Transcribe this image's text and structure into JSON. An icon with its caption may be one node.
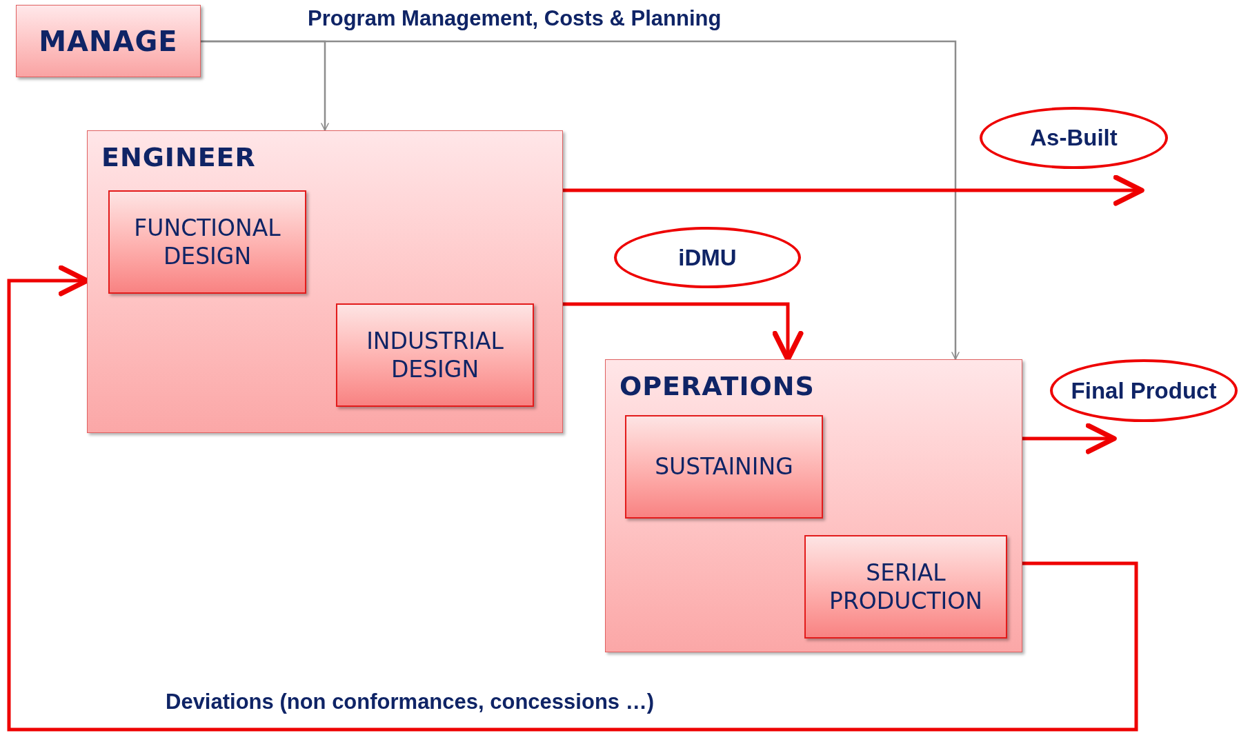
{
  "diagram": {
    "nodes": [
      {
        "text": [
          "MANAGE"
        ]
      },
      {
        "text": [
          "ENGINEER"
        ]
      },
      {
        "text": [
          "FUNCTIONAL DESIGN"
        ],
        "in": 1
      },
      {
        "text": [
          "INDUSTRIAL DESIGN"
        ],
        "in": 1
      },
      {
        "text": [
          "As-Built"
        ]
      },
      {
        "text": [
          "iDMU"
        ]
      },
      {
        "text": [
          "OPERATIONS"
        ]
      },
      {
        "text": [
          "SUSTAINING"
        ],
        "in": 6
      },
      {
        "text": [
          "SERIAL PRODUCTION"
        ],
        "in": 6
      },
      {
        "text": [
          "Final Product"
        ]
      }
    ],
    "edges": [
      {
        "from": 0,
        "to": 1,
        "arrow": "to",
        "color": "#8c8c8c"
      },
      {
        "from": 0,
        "to": 6,
        "arrow": "to",
        "color": "#8c8c8c"
      },
      {
        "from": 1,
        "to": 4,
        "arrow": "to"
      },
      {
        "from": 1,
        "to": 6,
        "arrow": "to"
      },
      {
        "from": 6,
        "to": 9,
        "arrow": "to"
      },
      {
        "from": 6,
        "to": 1,
        "arrow": "to",
        "label": "Deviations (non conformances, concessions …)"
      }
    ],
    "labels": [
      "Program Management, Costs & Planning"
    ]
  }
}
